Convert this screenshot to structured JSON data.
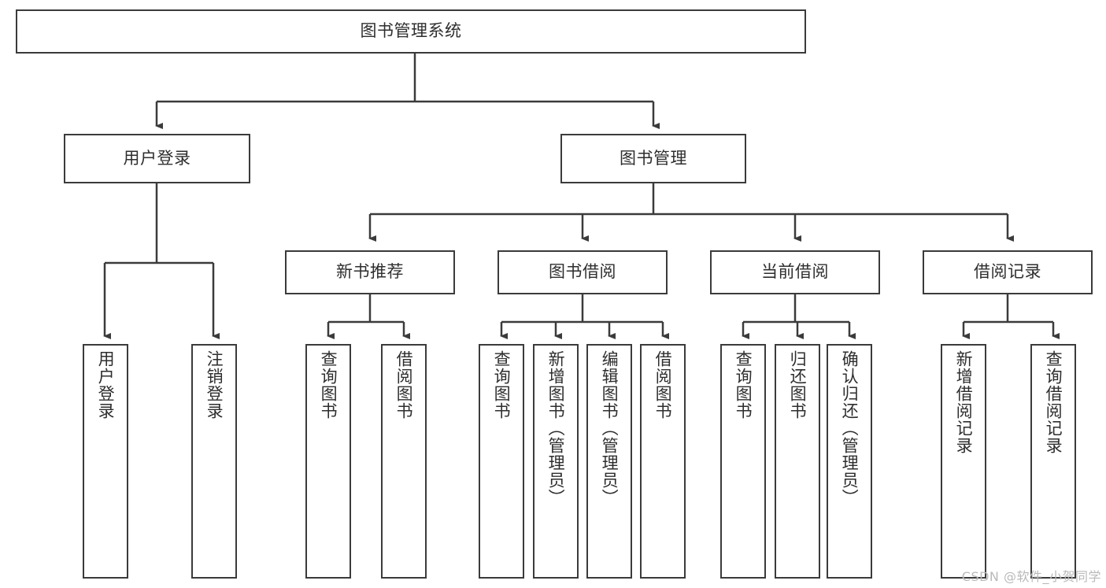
{
  "diagram": {
    "type": "tree-hierarchy",
    "title": "图书管理系统",
    "watermark": "CSDN @软件_小贺同学",
    "colors": {
      "box_border": "#3b3b3b",
      "box_fill": "#ffffff",
      "connector": "#3b3b3b",
      "text": "#2e2e2e",
      "watermark": "#b9b9b9",
      "background": "#ffffff"
    },
    "levels": {
      "root": {
        "label": "图书管理系统"
      },
      "level2": [
        {
          "label": "用户登录"
        },
        {
          "label": "图书管理"
        }
      ],
      "level3": [
        {
          "label": "新书推荐"
        },
        {
          "label": "图书借阅"
        },
        {
          "label": "当前借阅"
        },
        {
          "label": "借阅记录"
        }
      ],
      "leaves_user_login": [
        {
          "label": "用户登录"
        },
        {
          "label": "注销登录"
        }
      ],
      "leaves_new_books": [
        {
          "label": "查询图书"
        },
        {
          "label": "借阅图书"
        }
      ],
      "leaves_borrow_books": [
        {
          "label": "查询图书"
        },
        {
          "label": "新增图书（管理员）"
        },
        {
          "label": "编辑图书（管理员）"
        },
        {
          "label": "借阅图书"
        }
      ],
      "leaves_current_borrow": [
        {
          "label": "查询图书"
        },
        {
          "label": "归还图书"
        },
        {
          "label": "确认归还（管理员）"
        }
      ],
      "leaves_borrow_records": [
        {
          "label": "新增借阅记录"
        },
        {
          "label": "查询借阅记录"
        }
      ]
    }
  }
}
